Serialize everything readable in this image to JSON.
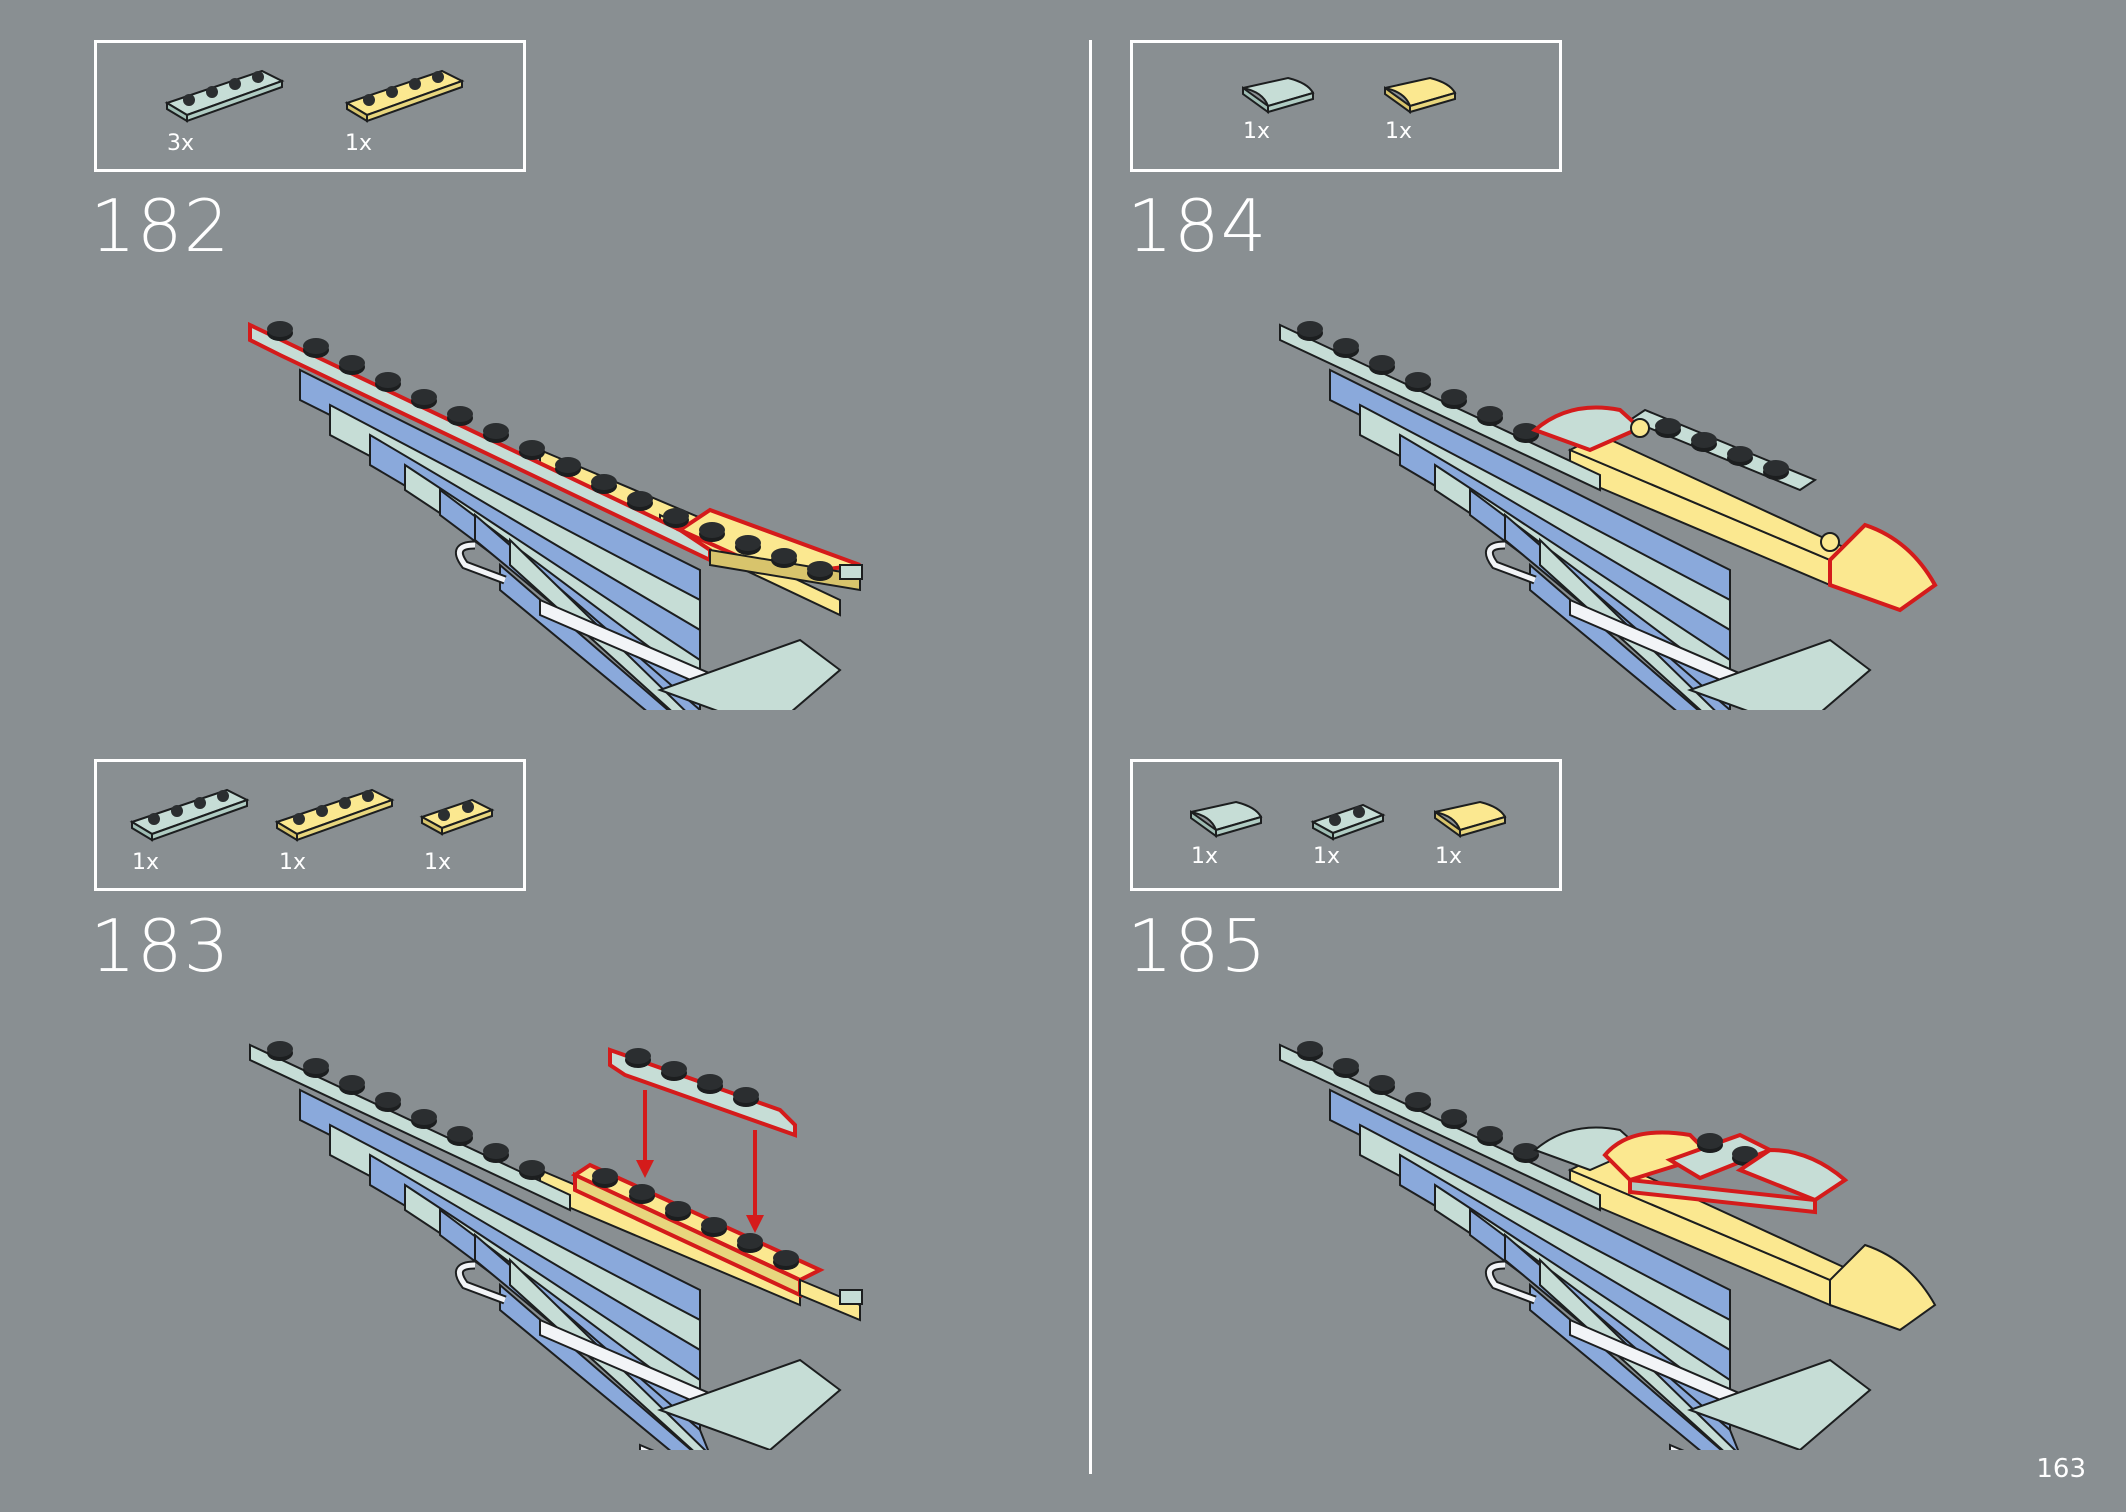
{
  "page_number": "163",
  "colors": {
    "background": "#898f92",
    "light_aqua": "#c6ddd6",
    "bright_yellow": "#fbe890",
    "medium_blue": "#8aa9db",
    "white": "#f2f4f7",
    "highlight_red": "#d41b1b",
    "outline": "#1c1e1f"
  },
  "steps": [
    {
      "number": "182",
      "parts": [
        {
          "icon": "plate-1x4-light-aqua-icon",
          "qty": "3x"
        },
        {
          "icon": "plate-1x4-yellow-icon",
          "qty": "1x"
        }
      ]
    },
    {
      "number": "183",
      "parts": [
        {
          "icon": "plate-1x4-light-aqua-icon",
          "qty": "1x"
        },
        {
          "icon": "plate-1x4-yellow-icon",
          "qty": "1x"
        },
        {
          "icon": "plate-1x2-yellow-icon",
          "qty": "1x"
        }
      ]
    },
    {
      "number": "184",
      "parts": [
        {
          "icon": "slope-curved-light-aqua-icon",
          "qty": "1x"
        },
        {
          "icon": "slope-curved-yellow-icon",
          "qty": "1x"
        }
      ]
    },
    {
      "number": "185",
      "parts": [
        {
          "icon": "slope-curved-light-aqua-icon",
          "qty": "1x"
        },
        {
          "icon": "plate-1x2-light-aqua-icon",
          "qty": "1x"
        },
        {
          "icon": "slope-curved-yellow-icon",
          "qty": "1x"
        }
      ]
    }
  ]
}
